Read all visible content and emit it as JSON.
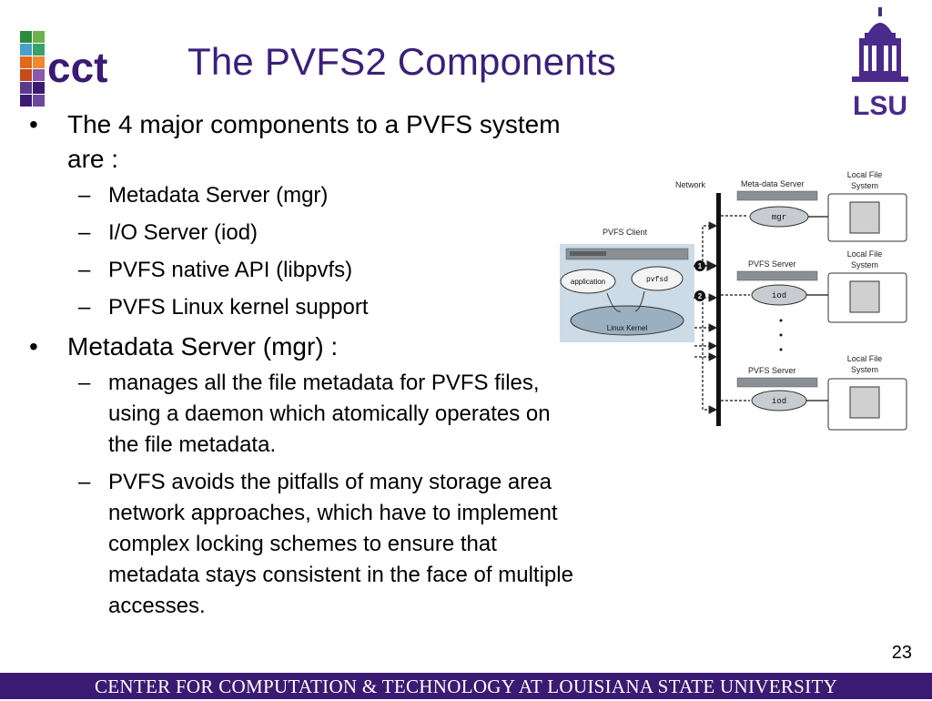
{
  "title": "The PVFS2 Components",
  "cct_logo_text": "cct",
  "lsu_logo_text": "LSU",
  "bullets": [
    {
      "text": "The 4 major components to a PVFS system are :",
      "sub": [
        "Metadata Server (mgr)",
        "I/O Server (iod)",
        "PVFS native API (libpvfs)",
        "PVFS Linux kernel support"
      ]
    },
    {
      "text": "Metadata Server (mgr) :",
      "sub": [
        "manages all the file metadata for PVFS files, using a daemon which atomically operates on the file metadata.",
        "PVFS avoids the pitfalls of many storage area network approaches, which have to implement complex locking schemes to ensure that metadata stays consistent in the face of multiple accesses."
      ]
    }
  ],
  "diagram": {
    "network": "Network",
    "client": "PVFS Client",
    "application": "application",
    "pvfsd": "pvfsd",
    "kernel": "Linux Kernel",
    "step1": "1",
    "step2": "2",
    "servers": [
      {
        "title": "Meta-data Server",
        "daemon": "mgr",
        "fs1": "Local File",
        "fs2": "System"
      },
      {
        "title": "PVFS Server",
        "daemon": "iod",
        "fs1": "Local File",
        "fs2": "System"
      },
      {
        "title": "PVFS Server",
        "daemon": "iod",
        "fs1": "Local File",
        "fs2": "System"
      }
    ]
  },
  "page_number": "23",
  "footer": "CENTER FOR COMPUTATION & TECHNOLOGY AT LOUISIANA STATE UNIVERSITY",
  "colors": {
    "accent": "#3a1f7a",
    "footer_bg": "#3b1a73"
  }
}
